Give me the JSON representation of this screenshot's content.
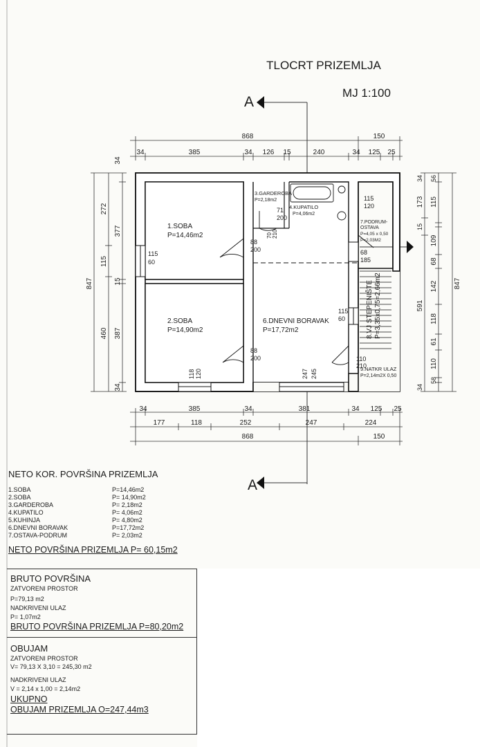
{
  "title": "TLOCRT PRIZEMLJA",
  "scale": "MJ 1:100",
  "section_marker": "A",
  "top_dims": {
    "overall": [
      "868",
      "150"
    ],
    "segments": [
      "34",
      "385",
      "34",
      "126",
      "15",
      "240",
      "34",
      "125",
      "25"
    ]
  },
  "bottom_dims": {
    "segments": [
      "34",
      "385",
      "34",
      "381",
      "34",
      "125",
      "25"
    ],
    "openings": [
      "177",
      "118",
      "252",
      "247",
      "224"
    ],
    "overall": [
      "868",
      "150"
    ]
  },
  "left_dims": {
    "overall": "847",
    "outer": [
      "272",
      "115",
      "460"
    ],
    "inner": [
      "34",
      "377",
      "15",
      "387",
      "34"
    ]
  },
  "right_dims": {
    "overall": "847",
    "outer": [
      "173",
      "591"
    ],
    "inner": [
      "34",
      "56",
      "115",
      "15",
      "109",
      "68",
      "142",
      "118",
      "61",
      "110",
      "58",
      "34"
    ]
  },
  "rooms": {
    "soba1": {
      "name": "1.SOBA",
      "area": "P=14,46m2"
    },
    "soba2": {
      "name": "2.SOBA",
      "area": "P=14,90m2"
    },
    "garderoba": {
      "name": "3.GARDEROBA",
      "area": "P=2,18m2"
    },
    "kupatilo": {
      "name": "4.KUPATILO",
      "area": "P=4,06m2"
    },
    "boravak": {
      "name": "6.DNEVNI BORAVAK",
      "area": "P=17,72m2"
    },
    "podrum": {
      "name_1": "7.PODRUM-",
      "name_2": "OSTAVA",
      "dims": "P=4,05 x 0,50",
      "area": "P=2,03M2"
    },
    "ulaz": {
      "name": "9.NATKR ULAZ",
      "area": "P=2,14m2X 0,50"
    },
    "stairs": {
      "name": "8.VJ STEPENIŠTE",
      "dims": "P=3,35x0,75=2,66m2"
    }
  },
  "openings": {
    "win1": [
      "115",
      "60"
    ],
    "door1": [
      "88",
      "200"
    ],
    "garderoba_door": [
      "71",
      "200"
    ],
    "garderoba_door2": [
      "70",
      "210"
    ],
    "pantry_door": [
      "68",
      "185"
    ],
    "podrum_window": [
      "115",
      "120"
    ],
    "door2": [
      "88",
      "200"
    ],
    "win2": [
      "118",
      "120"
    ],
    "living_window": [
      "115",
      "60"
    ],
    "entry_door": [
      "110",
      "210"
    ],
    "living_bottom": [
      "247",
      "245"
    ]
  },
  "neto": {
    "heading": "NETO KOR. POVRŠINA PRIZEMLJA",
    "rows": [
      [
        "1.SOBA",
        "P=14,46m2"
      ],
      [
        "2.SOBA",
        "P= 14,90m2"
      ],
      [
        "3.GARDEROBA",
        "P=  2,18m2"
      ],
      [
        "4.KUPATILO",
        "P=  4,06m2"
      ],
      [
        "5.KUHINJA",
        "P=  4,80m2"
      ],
      [
        "6.DNEVNI BORAVAK",
        "P=17,72m2"
      ],
      [
        "7.OSTAVA-PODRUM",
        "P=  2,03m2"
      ]
    ],
    "total": "NETO POVRŠINA PRIZEMLJA  P= 60,15m2"
  },
  "bruto": {
    "heading": "BRUTO POVRŠINA",
    "closed_label": "ZATVORENI PROSTOR",
    "closed_value": "P=79,13 m2",
    "covered_label": "NADKRIVENI ULAZ",
    "covered_value": "P= 1,07m2",
    "total": "BRUTO POVRŠINA PRIZEMLJA P=80,20m2"
  },
  "obujam": {
    "heading": "OBUJAM",
    "closed_label": "ZATVORENI PROSTOR",
    "closed_value": "V= 79,13 X 3,10 = 245,30 m2",
    "covered_label": "NADKRIVENI ULAZ",
    "covered_value": "V = 2,14 x 1,00     = 2,14m2",
    "ukupno": "UKUPNO",
    "total": "OBUJAM PRIZEMLJA  O=247,44m3"
  }
}
